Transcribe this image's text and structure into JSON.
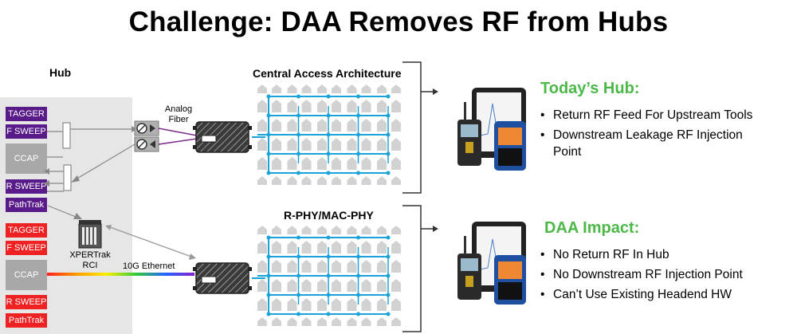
{
  "title": "Challenge:  DAA Removes RF from Hubs",
  "hub": {
    "label": "Hub",
    "top_group": [
      "TAGGER",
      "F SWEEP",
      "CCAP",
      "R SWEEP",
      "PathTrak"
    ],
    "bottom_group": [
      "TAGGER",
      "F SWEEP",
      "CCAP",
      "R SWEEP",
      "PathTrak"
    ],
    "xpertrak_label": "XPERTrak RCI",
    "analog_fiber_label": "Analog Fiber",
    "ethernet_label": "10G Ethernet"
  },
  "sections": {
    "central": "Central Access Architecture",
    "rphy": "R-PHY/MAC-PHY"
  },
  "todays_hub": {
    "heading": "Today’s Hub:",
    "bullets": [
      "Return RF Feed For Upstream Tools",
      "Downstream Leakage RF Injection Point"
    ]
  },
  "daa_impact": {
    "heading": "DAA Impact:",
    "bullets": [
      "No Return RF In Hub",
      "No Downstream RF Injection Point",
      "Can’t Use Existing Headend HW"
    ]
  },
  "colors": {
    "purple": "#5a1b8a",
    "red": "#ee2222",
    "ccap_gray": "#a8a8a8",
    "network_blue": "#1aa3d9",
    "heading_green": "#4cb848"
  }
}
